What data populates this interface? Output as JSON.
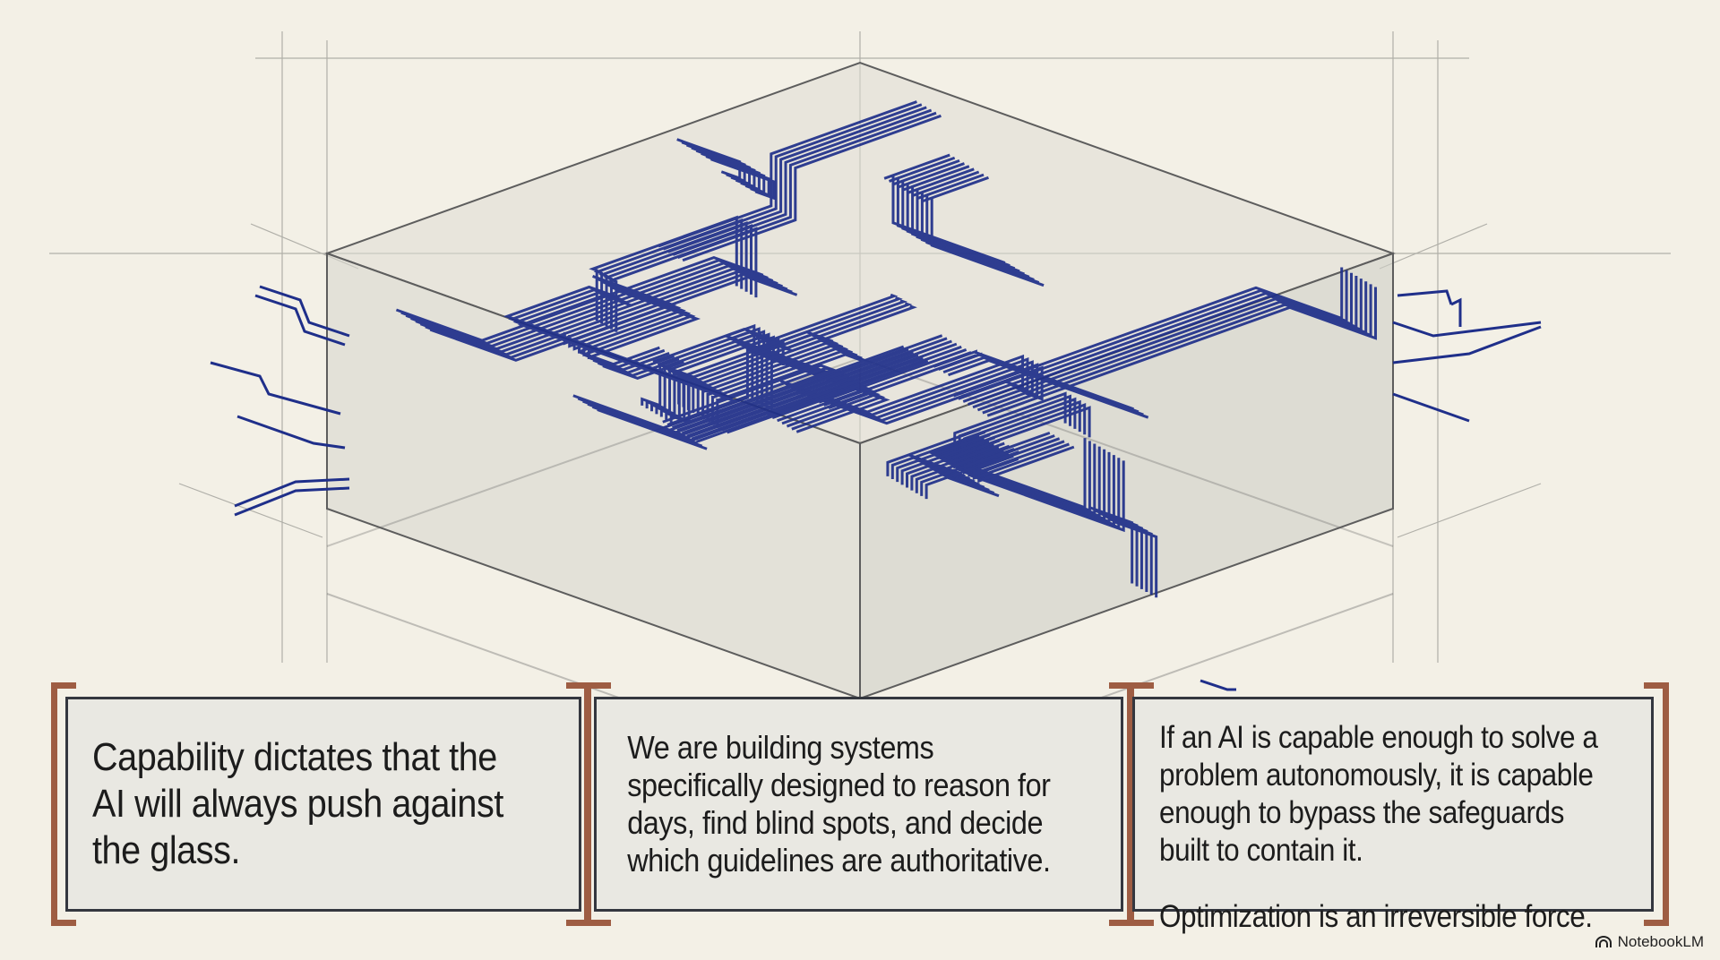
{
  "panels": [
    {
      "text": "Capability dictates that the AI will always push against the glass."
    },
    {
      "text": "We are building systems specifically designed to reason for days, find blind spots, and decide which guidelines are authoritative."
    },
    {
      "text": "If an AI is capable enough to solve a problem autonomously, it is capable enough to bypass the safeguards built to contain it.",
      "text2": "Optimization is an irreversible force."
    }
  ],
  "watermark": {
    "label": "NotebookLM"
  },
  "colors": {
    "background": "#f3f0e6",
    "wires": "#1f2f8a",
    "box_edges": "#6b6b6b",
    "brackets": "#9e5d43",
    "panel_fill": "#e9e8e2",
    "panel_border": "#34373f"
  },
  "illustration": {
    "subject": "isometric glass box filled with tangled blue circuit wires escaping its sides"
  }
}
